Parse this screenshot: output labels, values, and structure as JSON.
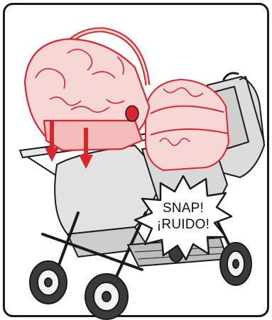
{
  "colors": {
    "outline": "#1a1a1a",
    "car_seat_accent": "#d9262c",
    "car_seat_fill": "#f7d6d6",
    "arrow": "#d9262c",
    "stroller_fill": "#e6e6e6",
    "stroller_dark": "#3a3a3a"
  },
  "burst": {
    "line1": "SNAP!",
    "line2": "¡RUIDO!"
  },
  "icons": [
    "car-seat-front",
    "car-seat-rear",
    "double-stroller",
    "down-arrow",
    "snap-burst"
  ]
}
